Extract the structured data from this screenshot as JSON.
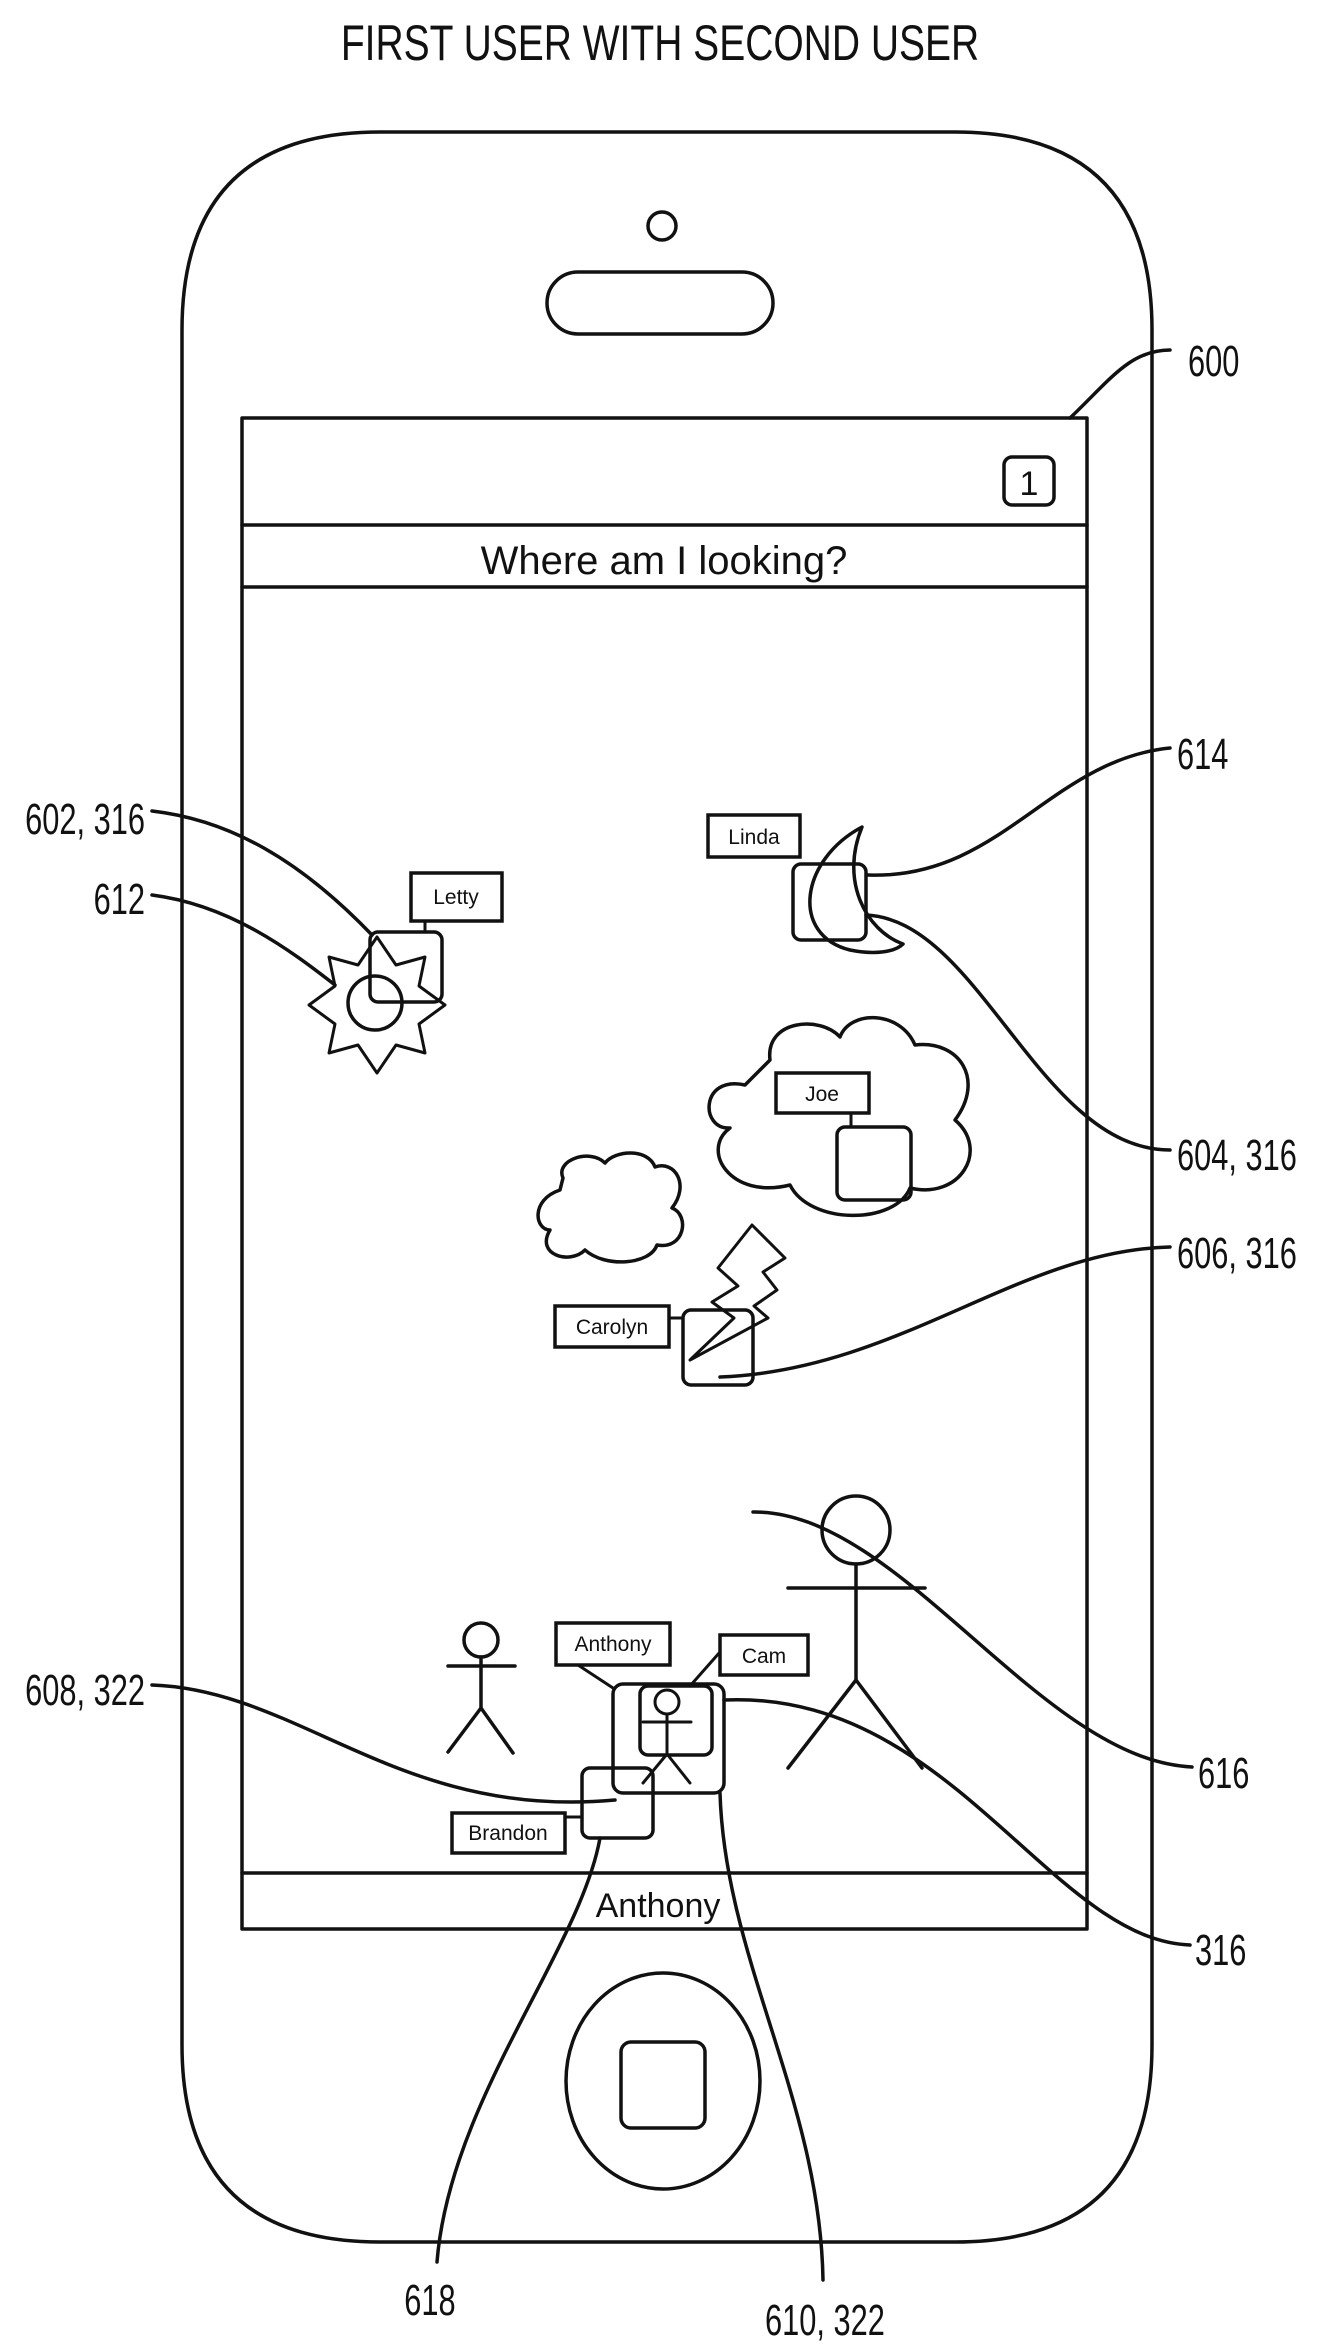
{
  "figure": {
    "title": "FIRST USER WITH SECOND USER"
  },
  "device": {
    "notification_badge": "1",
    "title_bar": "Where am I looking?",
    "bottom_bar": "Anthony"
  },
  "scene": {
    "user_tags": {
      "letty": "Letty",
      "linda": "Linda",
      "joe": "Joe",
      "carolyn": "Carolyn",
      "anthony": "Anthony",
      "cam": "Cam",
      "brandon": "Brandon"
    },
    "icons": [
      "sun-icon",
      "moon-icon",
      "cloud-icon",
      "cloud-icon",
      "lightning-icon",
      "person-icon",
      "person-icon",
      "person-icon"
    ]
  },
  "reference_numerals": {
    "device": "600",
    "letty": "602, 316",
    "sun": "612",
    "moon": "614",
    "linda": "604, 316",
    "carolyn": "606, 316",
    "lightning": "616",
    "brandon": "608, 322",
    "cam": "316",
    "home": "618",
    "anthony": "610, 322"
  }
}
